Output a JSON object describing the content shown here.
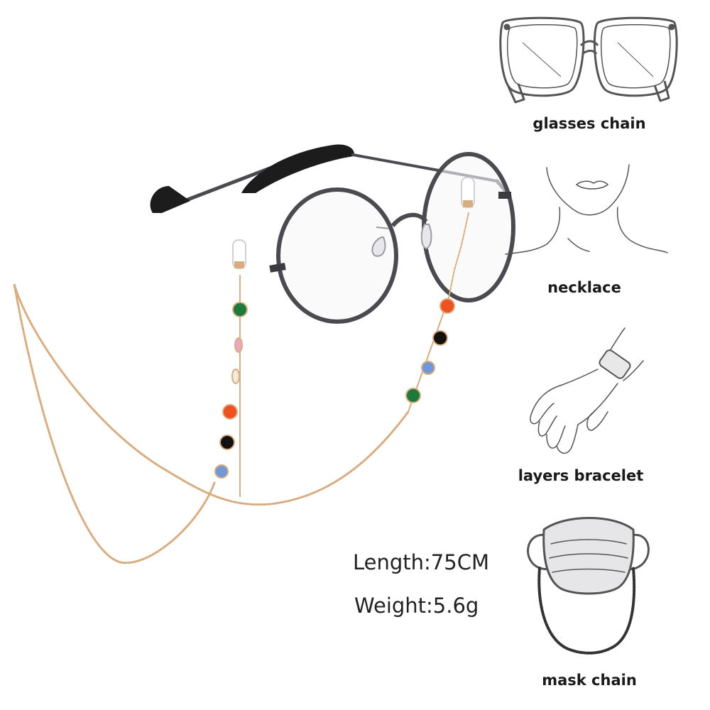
{
  "uses": [
    {
      "label": "glasses chain",
      "icon": "glasses-icon"
    },
    {
      "label": "necklace",
      "icon": "necklace-neck-icon"
    },
    {
      "label": "layers bracelet",
      "icon": "bracelet-hand-icon"
    },
    {
      "label": "mask chain",
      "icon": "mask-icon"
    }
  ],
  "specs": {
    "length": "Length:75CM",
    "weight": "Weight:5.6g"
  },
  "colors": {
    "chain_gold": "#d9ad82",
    "frame_gunmetal": "#4a4a50",
    "earpiece_black": "#1c1c1c",
    "bead_green": "#1d7a3c",
    "bead_orange": "#f0511e",
    "bead_black": "#111111",
    "bead_blue": "#6f98d6",
    "bead_pink": "#e8a8c0",
    "bead_clear": "#f0eadc",
    "line_art": "#555555"
  }
}
